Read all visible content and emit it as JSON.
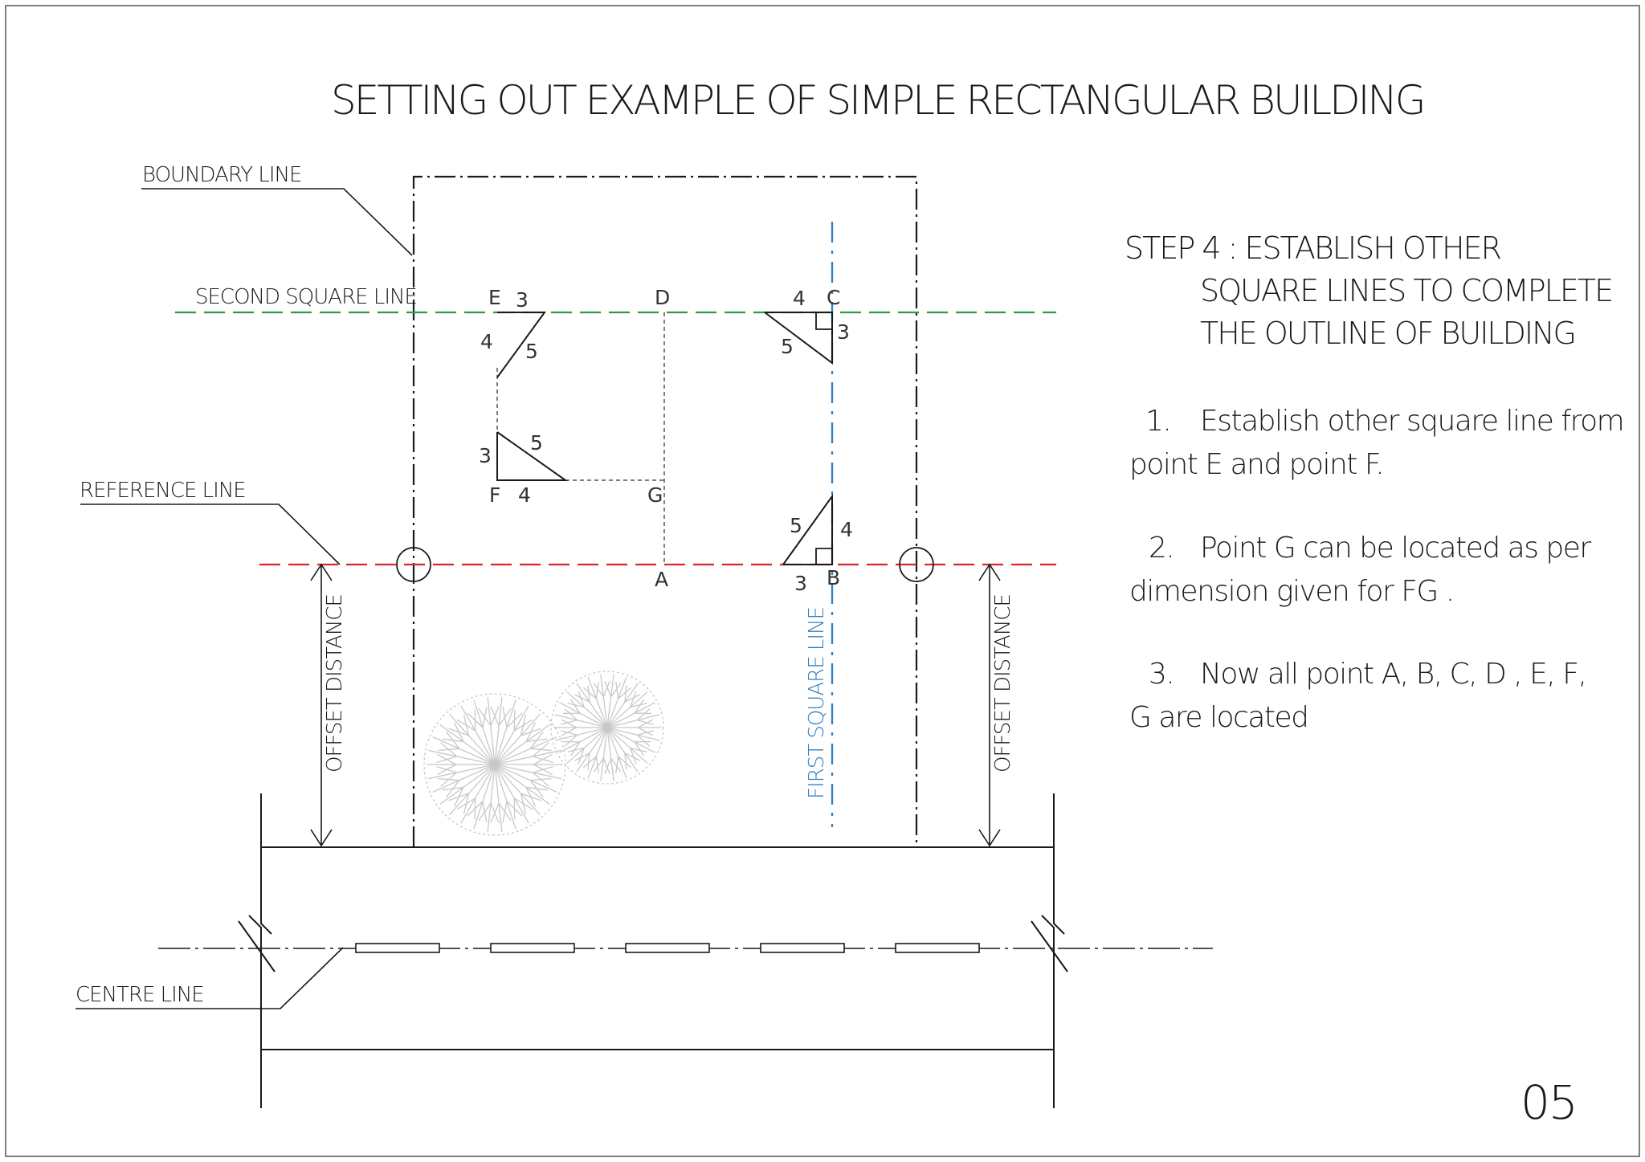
{
  "title": "SETTING OUT EXAMPLE OF SIMPLE RECTANGULAR BUILDING",
  "labels": {
    "boundary_line": "BOUNDARY LINE",
    "second_square_line": "SECOND SQUARE LINE",
    "reference_line": "REFERENCE LINE",
    "centre_line": "CENTRE LINE",
    "offset_distance_left": "OFFSET DISTANCE",
    "offset_distance_right": "OFFSET DISTANCE",
    "first_square_line": "FIRST SQUARE LINE"
  },
  "points": {
    "a": "A",
    "b": "B",
    "c": "C",
    "d": "D",
    "e": "E",
    "f": "F",
    "g": "G"
  },
  "triangles": {
    "e": {
      "top": "3",
      "side": "4",
      "hyp": "5"
    },
    "f": {
      "side": "3",
      "hyp": "5",
      "base": "4"
    },
    "c": {
      "top": "4",
      "side": "3",
      "hyp": "5"
    },
    "b": {
      "hyp": "5",
      "side": "4",
      "base": "3"
    }
  },
  "step": {
    "line1": "STEP 4 : ESTABLISH  OTHER",
    "line2": "SQUARE LINES TO COMPLETE",
    "line3": "THE OUTLINE OF BUILDING"
  },
  "items": [
    {
      "num": "1.",
      "line1": "Establish other square line from",
      "line2": "point E and point F."
    },
    {
      "num": "2.",
      "line1": "Point G can be located as per",
      "line2": "dimension given for FG ."
    },
    {
      "num": "3.",
      "line1": "Now all point A, B, C, D , E, F,",
      "line2": "G are located"
    }
  ],
  "page_number": "05",
  "colors": {
    "ink": "#1a1a1a",
    "second_square_line": "#2e9a4a",
    "reference_line": "#d62828",
    "first_square_line": "#2f7fc1",
    "tree": "#c8c8c8",
    "frame": "#555555"
  }
}
